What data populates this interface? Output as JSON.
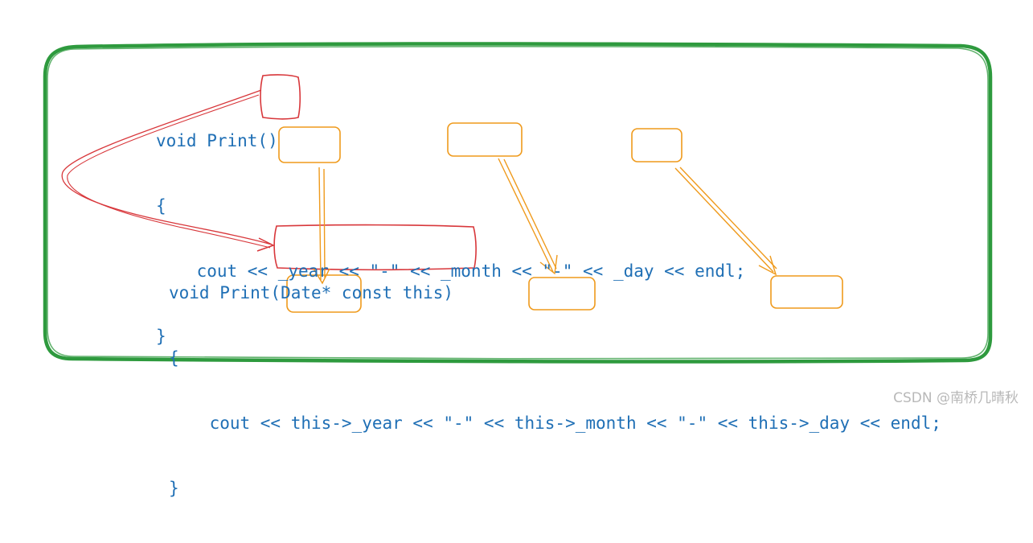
{
  "code_before": {
    "line1": "void Print()",
    "line2": "{",
    "line3": "    cout << _year << \"-\" << _month << \"-\" << _day << endl;",
    "line4": "}"
  },
  "code_after": {
    "line1": "void Print(Date* const this)",
    "line2": "{",
    "line3": "    cout << this->_year << \"-\" << this->_month << \"-\" << this->_day << endl;",
    "line4": "}"
  },
  "watermark": "CSDN @南桥几晴秋",
  "colors": {
    "frame": "#2e9a3e",
    "code": "#1f6fb5",
    "red_annotation": "#d8373b",
    "orange_annotation": "#ef9a1c",
    "watermark": "#b8b8b8"
  }
}
